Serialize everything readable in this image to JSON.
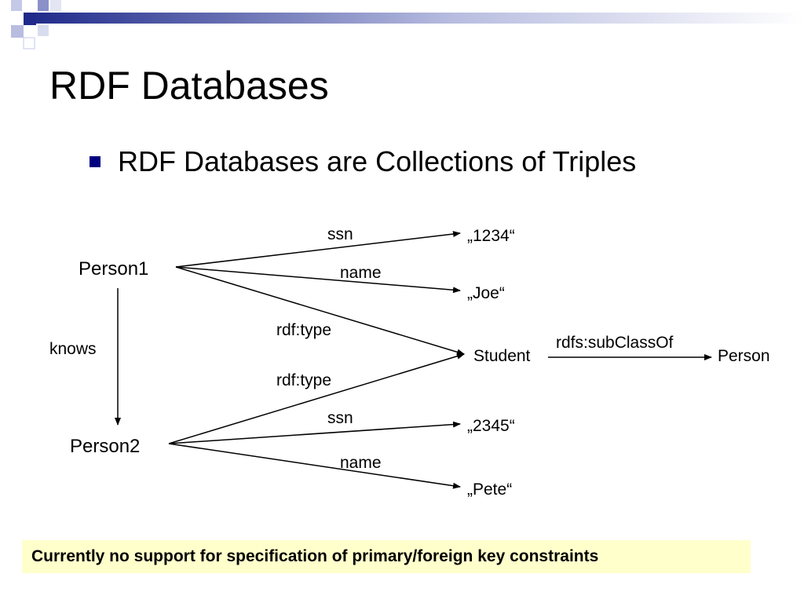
{
  "slide": {
    "title": "RDF Databases",
    "bullet": "RDF Databases are Collections of Triples",
    "note": "Currently no support for specification of primary/foreign key constraints",
    "colors": {
      "bullet": "#000080",
      "note_background": "#ffffcc",
      "header_dark": "#1f2a8a",
      "header_light": "#b8bde0"
    }
  },
  "diagram": {
    "nodes": {
      "person1": "Person1",
      "person2": "Person2",
      "v1234": "„1234“",
      "joe": "„Joe“",
      "student": "Student",
      "person": "Person",
      "v2345": "„2345“",
      "pete": "„Pete“"
    },
    "edges": {
      "p1_ssn": "ssn",
      "p1_name": "name",
      "p1_type": "rdf:type",
      "knows": "knows",
      "p2_type": "rdf:type",
      "subclass": "rdfs:subClassOf",
      "p2_ssn": "ssn",
      "p2_name": "name"
    }
  }
}
